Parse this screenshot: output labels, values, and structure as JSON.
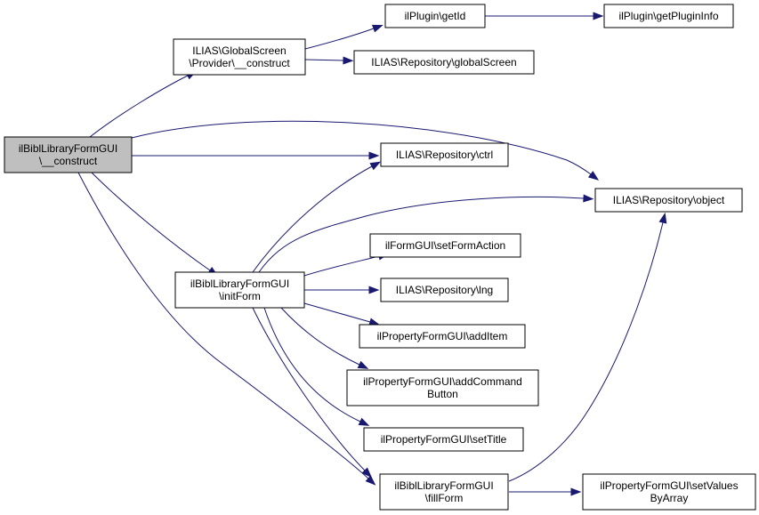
{
  "graph": {
    "nodes": [
      {
        "id": "construct",
        "lines": [
          "ilBiblLibraryFormGUI",
          "\\__construct"
        ],
        "root": true
      },
      {
        "id": "gs_construct",
        "lines": [
          "ILIAS\\GlobalScreen",
          "\\Provider\\__construct"
        ]
      },
      {
        "id": "getId",
        "lines": [
          "ilPlugin\\getId"
        ]
      },
      {
        "id": "getPluginInfo",
        "lines": [
          "ilPlugin\\getPluginInfo"
        ]
      },
      {
        "id": "globalScreen",
        "lines": [
          "ILIAS\\Repository\\globalScreen"
        ]
      },
      {
        "id": "ctrl",
        "lines": [
          "ILIAS\\Repository\\ctrl"
        ]
      },
      {
        "id": "object",
        "lines": [
          "ILIAS\\Repository\\object"
        ]
      },
      {
        "id": "initForm",
        "lines": [
          "ilBiblLibraryFormGUI",
          "\\initForm"
        ]
      },
      {
        "id": "setFormAction",
        "lines": [
          "ilFormGUI\\setFormAction"
        ]
      },
      {
        "id": "lng",
        "lines": [
          "ILIAS\\Repository\\lng"
        ]
      },
      {
        "id": "addItem",
        "lines": [
          "ilPropertyFormGUI\\addItem"
        ]
      },
      {
        "id": "addCommandButton",
        "lines": [
          "ilPropertyFormGUI\\addCommand",
          "Button"
        ]
      },
      {
        "id": "setTitle",
        "lines": [
          "ilPropertyFormGUI\\setTitle"
        ]
      },
      {
        "id": "fillForm",
        "lines": [
          "ilBiblLibraryFormGUI",
          "\\fillForm"
        ]
      },
      {
        "id": "setValuesByArray",
        "lines": [
          "ilPropertyFormGUI\\setValues",
          "ByArray"
        ]
      }
    ],
    "edges": [
      {
        "from": "construct",
        "to": "gs_construct"
      },
      {
        "from": "construct",
        "to": "object"
      },
      {
        "from": "construct",
        "to": "ctrl"
      },
      {
        "from": "construct",
        "to": "initForm"
      },
      {
        "from": "construct",
        "to": "fillForm"
      },
      {
        "from": "gs_construct",
        "to": "getId"
      },
      {
        "from": "gs_construct",
        "to": "globalScreen"
      },
      {
        "from": "getId",
        "to": "getPluginInfo"
      },
      {
        "from": "initForm",
        "to": "ctrl"
      },
      {
        "from": "initForm",
        "to": "object"
      },
      {
        "from": "initForm",
        "to": "setFormAction"
      },
      {
        "from": "initForm",
        "to": "lng"
      },
      {
        "from": "initForm",
        "to": "addItem"
      },
      {
        "from": "initForm",
        "to": "addCommandButton"
      },
      {
        "from": "initForm",
        "to": "setTitle"
      },
      {
        "from": "initForm",
        "to": "fillForm"
      },
      {
        "from": "fillForm",
        "to": "object"
      },
      {
        "from": "fillForm",
        "to": "setValuesByArray"
      }
    ],
    "colors": {
      "edge": "#191970",
      "root_fill": "#bfbfbf",
      "node_fill": "#ffffff",
      "border": "#000000"
    }
  }
}
